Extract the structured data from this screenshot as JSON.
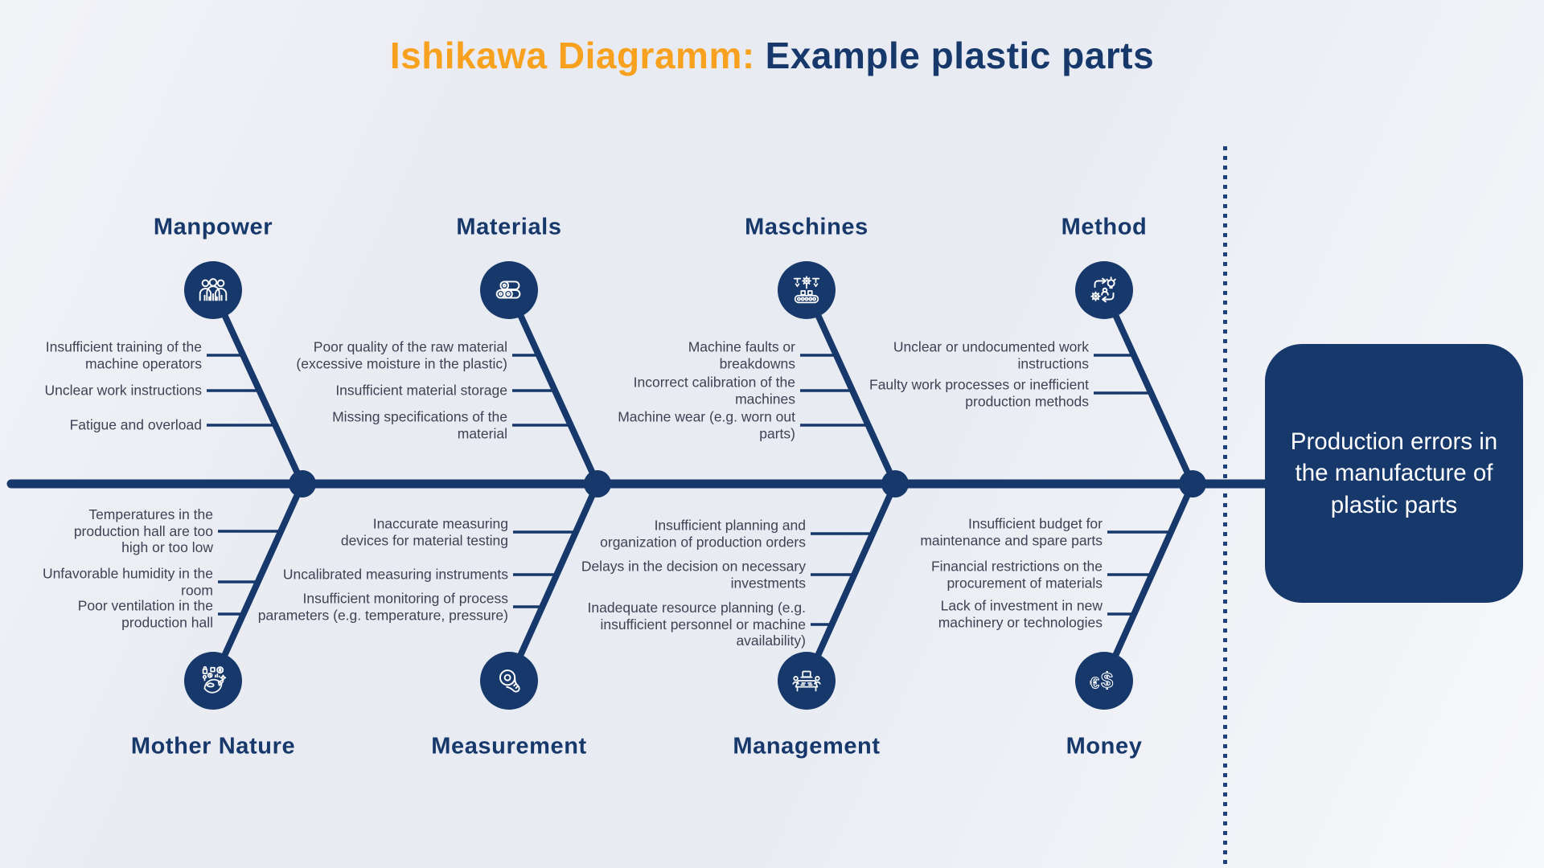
{
  "title": {
    "highlight": "Ishikawa Diagramm:",
    "rest": "Example plastic parts"
  },
  "effect": "Production errors in\nthe manufacture of\nplastic parts",
  "colors": {
    "navy": "#16386b",
    "orange": "#f7a11e",
    "cause_text": "#3e4254",
    "background": "#ecEEf4",
    "head_text": "#ffffff"
  },
  "categories": {
    "manpower": {
      "label": "Manpower",
      "icon": "team-icon",
      "causes": [
        "Insufficient training of the\nmachine operators",
        "Unclear work instructions",
        "Fatigue and overload"
      ]
    },
    "materials": {
      "label": "Materials",
      "icon": "material-rolls-icon",
      "causes": [
        "Poor quality of the raw material\n(excessive moisture in the plastic)",
        "Insufficient material storage",
        "Missing specifications of the\nmaterial"
      ]
    },
    "maschines": {
      "label": "Maschines",
      "icon": "assembly-line-icon",
      "causes": [
        "Machine faults or\nbreakdowns",
        "Incorrect calibration of the\nmachines",
        "Machine wear (e.g. worn out\nparts)"
      ]
    },
    "method": {
      "label": "Method",
      "icon": "process-icon",
      "causes": [
        "Unclear or undocumented work\ninstructions",
        "Faulty work processes or inefficient\nproduction methods"
      ]
    },
    "mother_nature": {
      "label": "Mother Nature",
      "icon": "environment-icon",
      "causes": [
        "Temperatures in the\nproduction hall are too\nhigh or too low",
        "Unfavorable humidity in the\nroom",
        "Poor ventilation in the\nproduction hall"
      ]
    },
    "measurement": {
      "label": "Measurement",
      "icon": "measuring-tape-icon",
      "causes": [
        "Inaccurate measuring\ndevices for material testing",
        "Uncalibrated measuring instruments",
        "Insufficient monitoring of process\nparameters (e.g. temperature, pressure)"
      ]
    },
    "management": {
      "label": "Management",
      "icon": "meeting-icon",
      "causes": [
        "Insufficient planning and\norganization of production orders",
        "Delays in the decision on necessary\ninvestments",
        "Inadequate resource planning (e.g.\ninsufficient personnel or machine\navailability)"
      ]
    },
    "money": {
      "label": "Money",
      "icon": "currency-icon",
      "causes": [
        "Insufficient budget for\nmaintenance and spare parts",
        "Financial restrictions on the\nprocurement of materials",
        "Lack of investment in new\nmachinery or technologies"
      ]
    }
  }
}
